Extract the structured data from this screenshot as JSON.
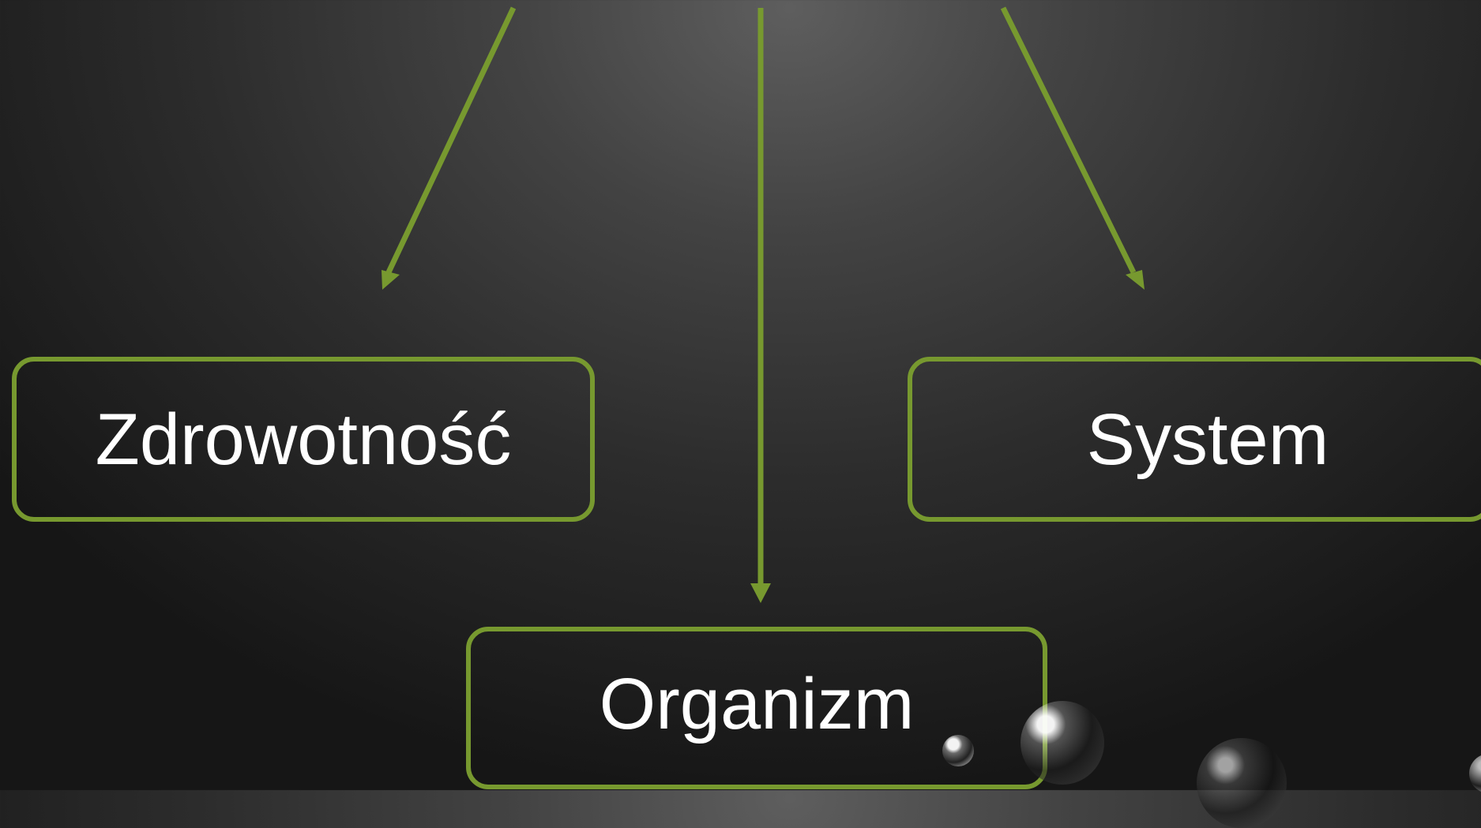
{
  "colors": {
    "accent": "#77992f",
    "text": "#ffffff"
  },
  "diagram": {
    "nodes": {
      "left": "Zdrowotność",
      "right": "System",
      "bottom": "Organizm"
    },
    "edges": [
      {
        "to": "left"
      },
      {
        "to": "bottom"
      },
      {
        "to": "right"
      }
    ]
  },
  "decorations": [
    "bubble-icon",
    "bubble-icon",
    "bubble-icon",
    "bubble-icon"
  ]
}
